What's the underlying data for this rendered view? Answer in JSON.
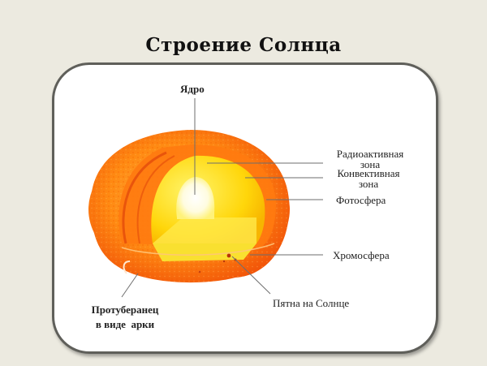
{
  "slide": {
    "title": "Строение Солнца",
    "background_color": "#ECEAE0",
    "frame_border_color": "#5F5F5A"
  },
  "diagram": {
    "subject": "Sun cutaway",
    "colors": {
      "core": "#FFFCE8",
      "radiative_zone": "#FFD60A",
      "convective_zone": "#FF8A12",
      "photosphere": "#FF6A00",
      "chromosphere": "#FF9A2A",
      "leader_line": "#6E6E6E"
    },
    "labels": {
      "core": "Ядро",
      "radiative_zone_line1": "Радиоактивная",
      "radiative_zone_line2": "зона",
      "convective_zone_line1": "Конвективная",
      "convective_zone_line2": "зона",
      "photosphere": "Фотосфера",
      "chromosphere": "Хромосфера",
      "sunspots": "Пятна на Солнце",
      "prominence_line1": "Протуберанец",
      "prominence_line2": "в виде  арки"
    }
  }
}
